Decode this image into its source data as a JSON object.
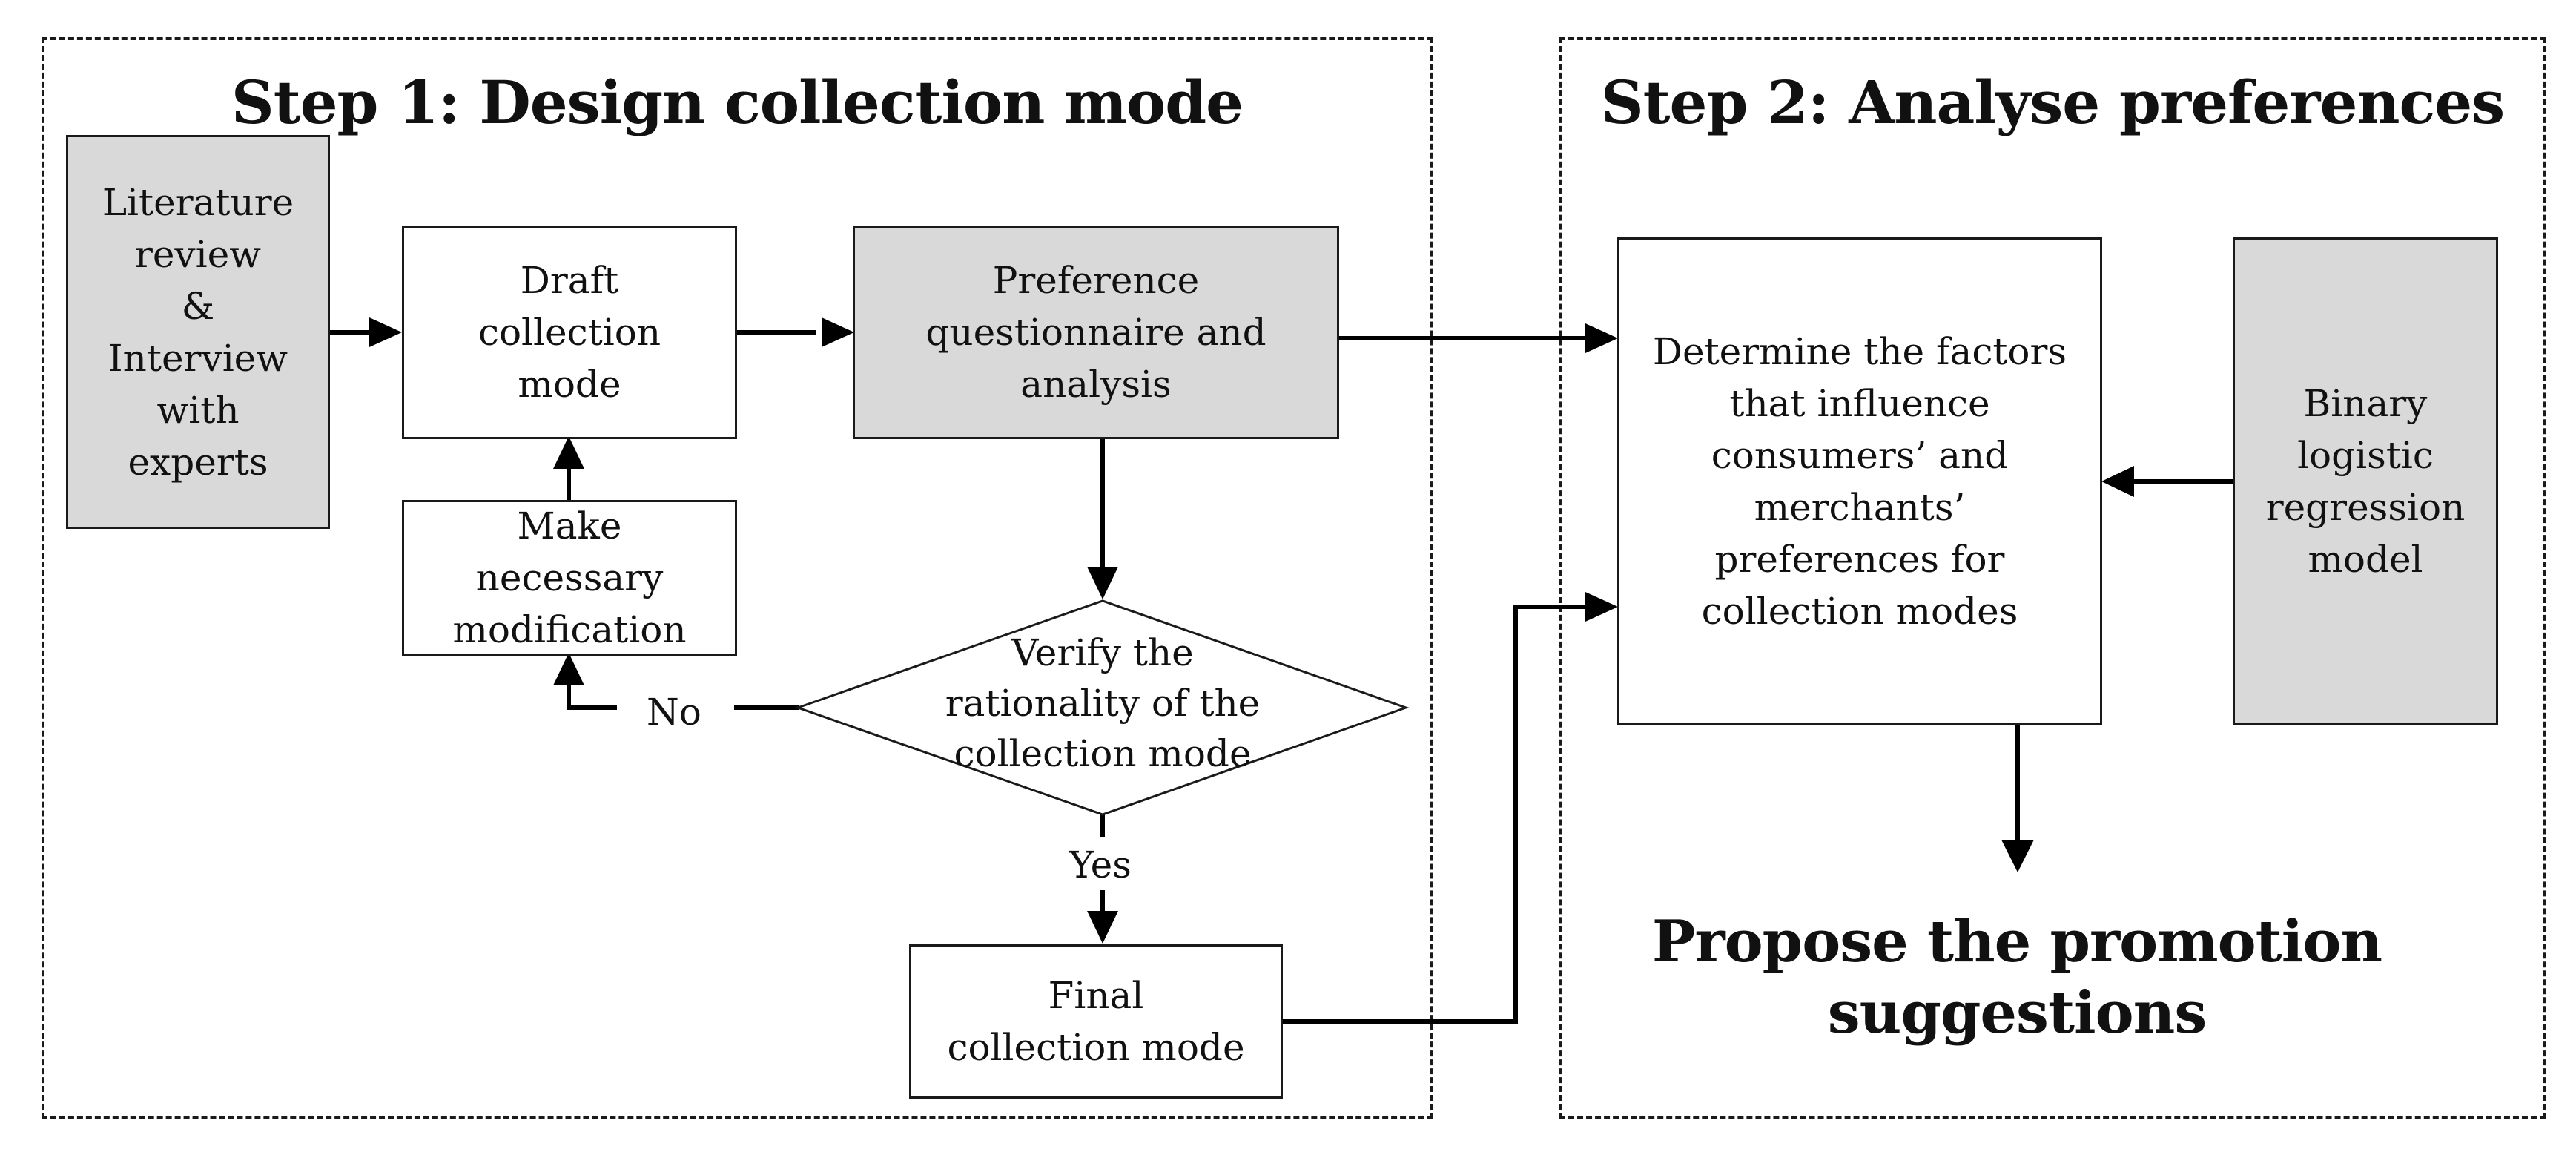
{
  "step1": {
    "title": "Step 1: Design collection mode",
    "literature_box": "Literature\nreview\n&\nInterview\nwith\nexperts",
    "draft_box": "Draft\ncollection\nmode",
    "questionnaire_box": "Preference\nquestionnaire and\nanalysis",
    "modification_box": "Make\nnecessary\nmodification",
    "decision": "Verify the\nrationality of the\ncollection mode",
    "no_label": "No",
    "yes_label": "Yes",
    "final_box": "Final\ncollection mode"
  },
  "step2": {
    "title": "Step 2: Analyse preferences",
    "factors_box": "Determine the factors\nthat influence\nconsumers’  and\nmerchants’\npreferences for\ncollection modes",
    "model_box": "Binary\nlogistic\nregression\nmodel",
    "conclusion": "Propose the promotion\nsuggestions"
  },
  "colors": {
    "gray_fill": "#d9d9d9",
    "line": "#000000"
  }
}
